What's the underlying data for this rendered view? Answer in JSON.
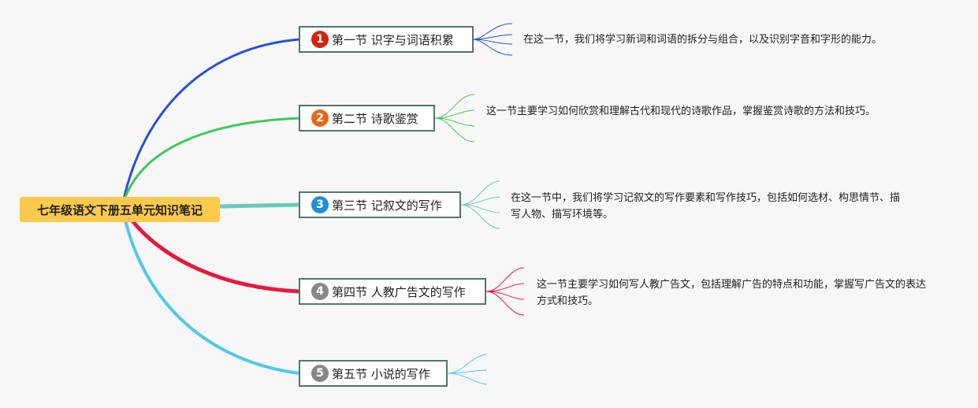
{
  "root": {
    "title": "七年级语文下册五单元知识笔记",
    "color": "#fbc94c"
  },
  "branches": [
    {
      "num": "1",
      "label": "第一节 识字与词语积累",
      "badge_color": "#d9230f",
      "line_color": "#2a4fd6",
      "note": "在这一节，我们将学习新词和词语的拆分与组合，以及识别字音和字形的能力。"
    },
    {
      "num": "2",
      "label": "第二节 诗歌鉴赏",
      "badge_color": "#e8671c",
      "line_color": "#3dc95a",
      "note": "这一节主要学习如何欣赏和理解古代和现代的诗歌作品，掌握鉴赏诗歌的方法和技巧。"
    },
    {
      "num": "3",
      "label": "第三节 记叙文的写作",
      "badge_color": "#1f8fd8",
      "line_color": "#6ac9b8",
      "note": "在这一节中，我们将学习记叙文的写作要素和写作技巧，包括如何选材、构思情节、描写人物、描写环境等。"
    },
    {
      "num": "4",
      "label": "第四节 人教广告文的写作",
      "badge_color": "#888888",
      "line_color": "#e8173d",
      "note": "这一节主要学习如何写人教广告文，包括理解广告的特点和功能，掌握写广告文的表达方式和技巧。"
    },
    {
      "num": "5",
      "label": "第五节 小说的写作",
      "badge_color": "#888888",
      "line_color": "#4fc8f0",
      "note": ""
    }
  ]
}
